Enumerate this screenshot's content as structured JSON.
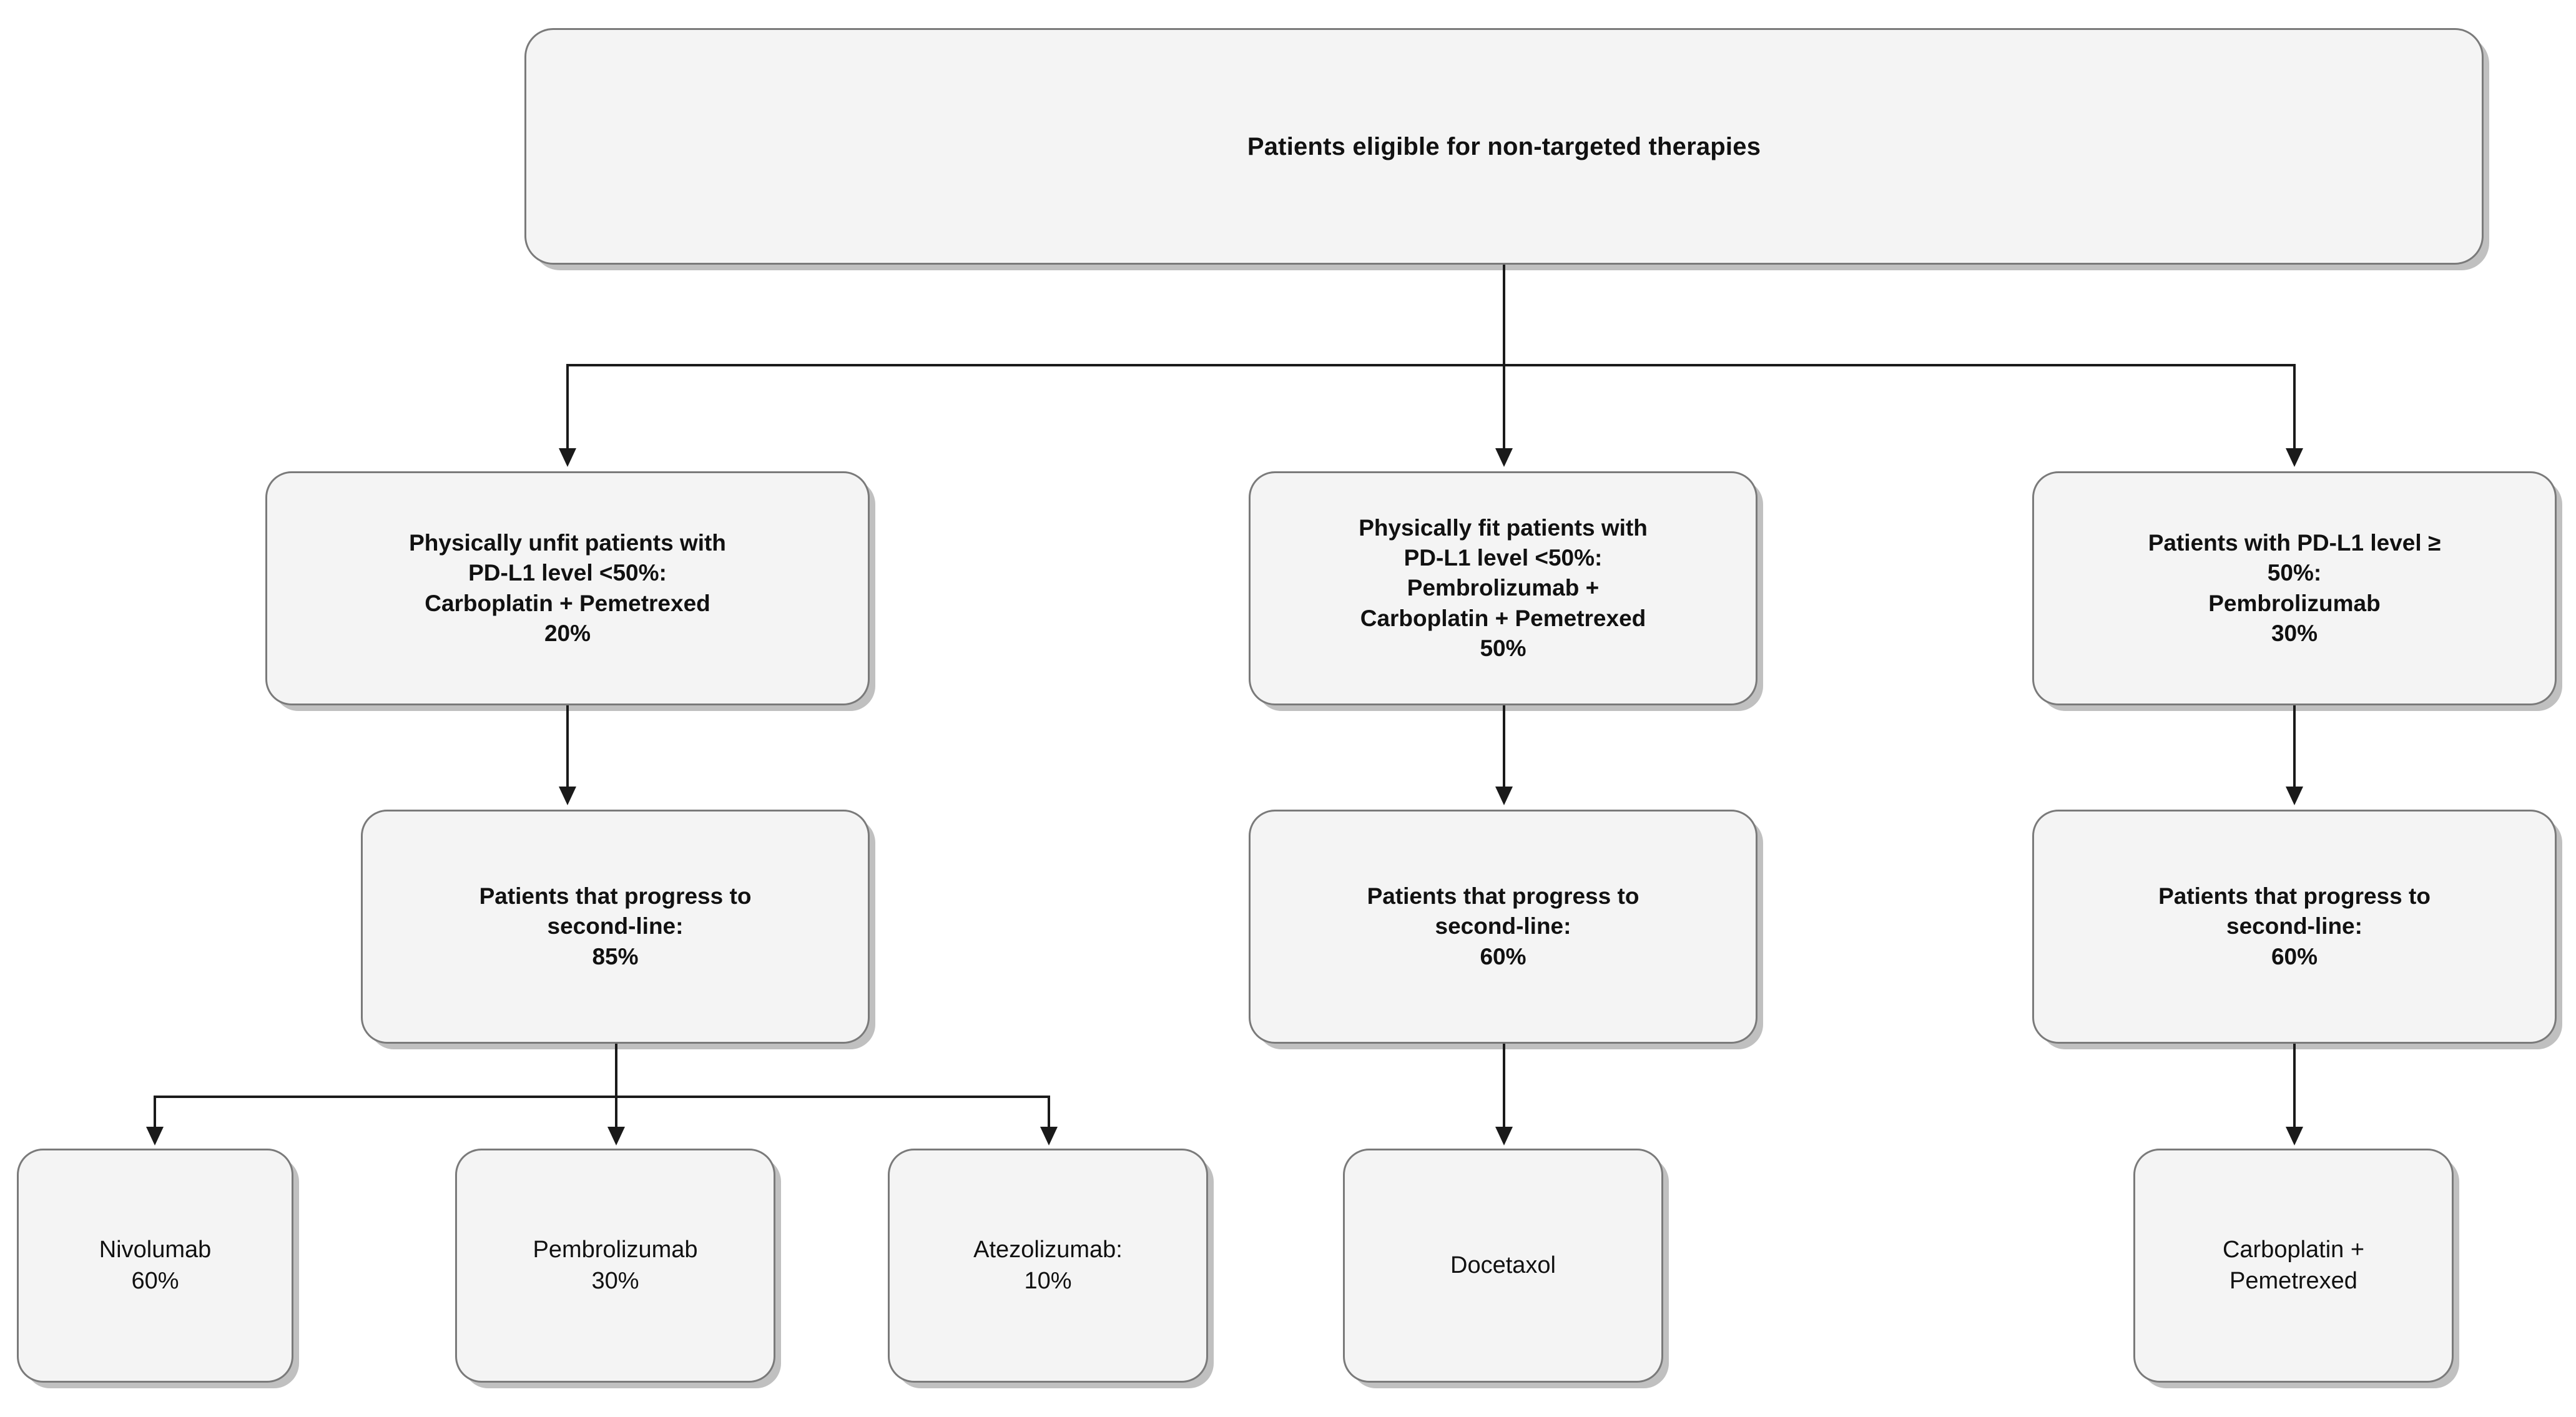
{
  "diagram": {
    "title": "Treatment pathway flowchart for patients eligible for non-targeted therapies",
    "background_color": "#ffffff",
    "node_fill_color": "#f4f4f4",
    "node_border_color": "#7a7a7a",
    "connector_color": "#1a1a1a",
    "text_color": "#111111"
  },
  "nodes": {
    "root": {
      "id": "root",
      "text": "Patients eligible for non-targeted therapies"
    },
    "level2": [
      {
        "id": "unfit-pdl1-low",
        "text": "Physically unfit patients with\nPD-L1 level <50%:\nCarboplatin + Pemetrexed\n20%",
        "percent": "20%"
      },
      {
        "id": "fit-pdl1-low",
        "text": "Physically fit patients with\nPD-L1 level <50%:\nPembrolizumab +\nCarboplatin + Pemetrexed\n50%",
        "percent": "50%"
      },
      {
        "id": "pdl1-high",
        "text": "Patients with PD-L1 level ≥\n50%:\nPembrolizumab\n30%",
        "percent": "30%"
      }
    ],
    "level3": [
      {
        "id": "progress-left",
        "text": "Patients that progress to\nsecond-line:\n85%",
        "percent": "85%"
      },
      {
        "id": "progress-middle",
        "text": "Patients that progress to\nsecond-line:\n60%",
        "percent": "60%"
      },
      {
        "id": "progress-right",
        "text": "Patients that progress to\nsecond-line:\n60%",
        "percent": "60%"
      }
    ],
    "level4": [
      {
        "id": "nivolumab",
        "text": "Nivolumab\n60%",
        "percent": "60%"
      },
      {
        "id": "pembrolizumab-2l",
        "text": "Pembrolizumab\n30%",
        "percent": "30%"
      },
      {
        "id": "atezolizumab",
        "text": "Atezolizumab:\n10%",
        "percent": "10%"
      },
      {
        "id": "docetaxol",
        "text": "Docetaxol",
        "percent": ""
      },
      {
        "id": "carboplatin-pemetrexed-2l",
        "text": "Carboplatin +\nPemetrexed",
        "percent": ""
      }
    ]
  },
  "edges": [
    {
      "from": "root",
      "to": "unfit-pdl1-low"
    },
    {
      "from": "root",
      "to": "fit-pdl1-low"
    },
    {
      "from": "root",
      "to": "pdl1-high"
    },
    {
      "from": "unfit-pdl1-low",
      "to": "progress-left"
    },
    {
      "from": "fit-pdl1-low",
      "to": "progress-middle"
    },
    {
      "from": "pdl1-high",
      "to": "progress-right"
    },
    {
      "from": "progress-left",
      "to": "nivolumab"
    },
    {
      "from": "progress-left",
      "to": "pembrolizumab-2l"
    },
    {
      "from": "progress-left",
      "to": "atezolizumab"
    },
    {
      "from": "progress-middle",
      "to": "docetaxol"
    },
    {
      "from": "progress-right",
      "to": "carboplatin-pemetrexed-2l"
    }
  ]
}
